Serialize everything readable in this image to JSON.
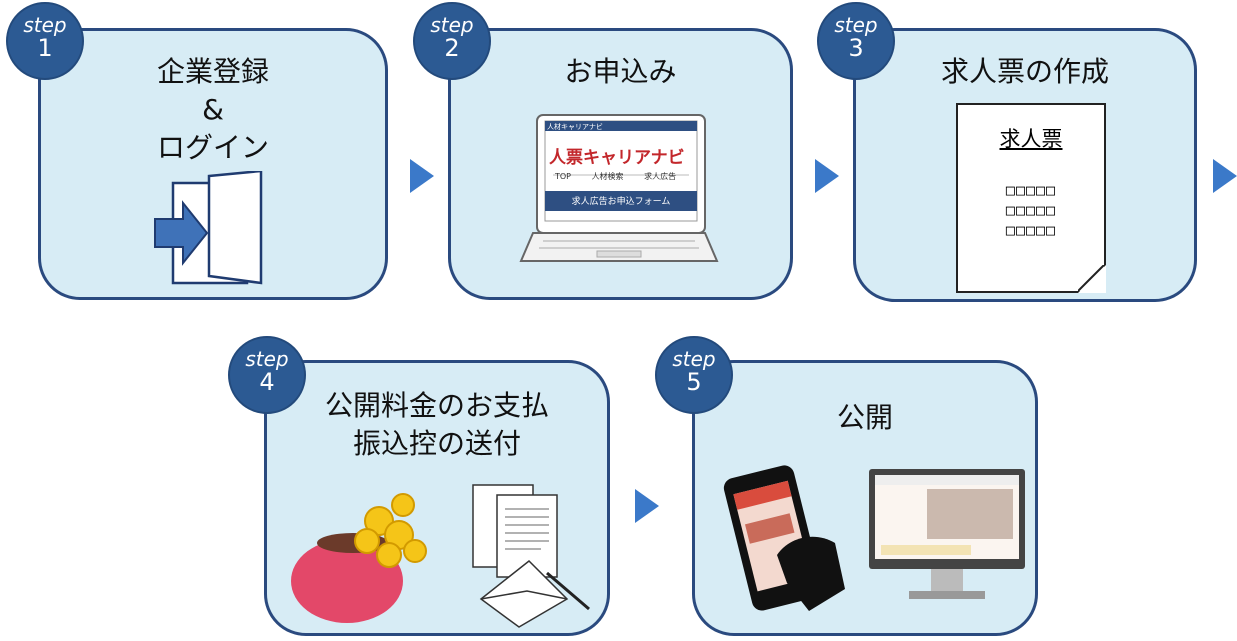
{
  "steps": [
    {
      "step_label": "step",
      "number": "1",
      "title_lines": [
        "企業登録",
        "&",
        "ログイン"
      ]
    },
    {
      "step_label": "step",
      "number": "2",
      "title_lines": [
        "お申込み"
      ],
      "laptop": {
        "header": "人材キャリアナビ",
        "logo": "人票キャリアナビ",
        "nav": [
          "TOP",
          "人材検索",
          "求人広告"
        ],
        "banner": "求人広告お申込フォーム"
      }
    },
    {
      "step_label": "step",
      "number": "3",
      "title_lines": [
        "求人票の作成"
      ],
      "document": {
        "title": "求人票",
        "rows": [
          "□□□□□",
          "□□□□□",
          "□□□□□"
        ]
      }
    },
    {
      "step_label": "step",
      "number": "4",
      "title_lines": [
        "公開料金のお支払",
        "振込控の送付"
      ]
    },
    {
      "step_label": "step",
      "number": "5",
      "title_lines": [
        "公開"
      ]
    }
  ],
  "colors": {
    "card_fill": "#d7ecf5",
    "card_border": "#2a4a7f",
    "badge": "#2c5a93",
    "arrow": "#3b79c9"
  },
  "icons": [
    "door-login-icon",
    "laptop-icon",
    "document-icon",
    "coin-purse-icon",
    "documents-envelope-icon",
    "smartphone-hand-icon",
    "desktop-monitor-icon"
  ]
}
